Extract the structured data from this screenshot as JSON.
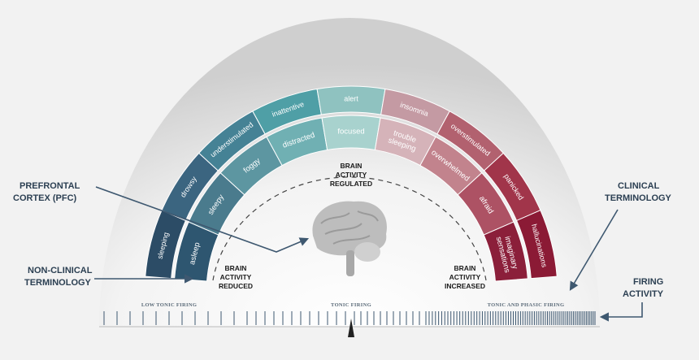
{
  "outer_ring": [
    {
      "label": "sleeping",
      "color": "#2c4c66"
    },
    {
      "label": "drowsy",
      "color": "#3b6580"
    },
    {
      "label": "understimulated",
      "color": "#458295"
    },
    {
      "label": "inattentive",
      "color": "#4f9fa6"
    },
    {
      "label": "alert",
      "color": "#8fc2c0"
    },
    {
      "label": "insomnia",
      "color": "#c49aa3"
    },
    {
      "label": "overstimulated",
      "color": "#b2616f"
    },
    {
      "label": "panicked",
      "color": "#a1354a"
    },
    {
      "label": "hallucinations",
      "color": "#8b1a35"
    }
  ],
  "inner_ring": [
    {
      "label": "asleep",
      "color": "#2e5670"
    },
    {
      "label": "sleepy",
      "color": "#4a7b8d"
    },
    {
      "label": "foggy",
      "color": "#5d96a1"
    },
    {
      "label": "distracted",
      "color": "#70b0b3"
    },
    {
      "label": "focused",
      "color": "#a8d2ce"
    },
    {
      "label": "trouble sleeping",
      "color": "#d5b3b9"
    },
    {
      "label": "overwhelmed",
      "color": "#c2838d"
    },
    {
      "label": "afraid",
      "color": "#ad5264"
    },
    {
      "label": "imaginary sensations",
      "color": "#8b1f3a"
    }
  ],
  "center": {
    "top_line1": "BRAIN",
    "top_line2": "ACTIVITY",
    "top_line3": "REGULATED",
    "left_line1": "BRAIN",
    "left_line2": "ACTIVITY",
    "left_line3": "REDUCED",
    "right_line1": "BRAIN",
    "right_line2": "ACTIVITY",
    "right_line3": "INCREASED"
  },
  "callouts": {
    "pfc_line1": "PREFRONTAL",
    "pfc_line2": "CORTEX (PFC)",
    "nonclinical_line1": "NON-CLINICAL",
    "nonclinical_line2": "TERMINOLOGY",
    "clinical_line1": "CLINICAL",
    "clinical_line2": "TERMINOLOGY",
    "firing_line1": "FIRING",
    "firing_line2": "ACTIVITY"
  },
  "scale": {
    "low": "Low Tonic Firing",
    "tonic": "Tonic Firing",
    "phasic": "Tonic and Phasic Firing"
  },
  "colors": {
    "dome": "#d9d9d9",
    "arrow": "#3e5870",
    "pointer": "#222222"
  }
}
